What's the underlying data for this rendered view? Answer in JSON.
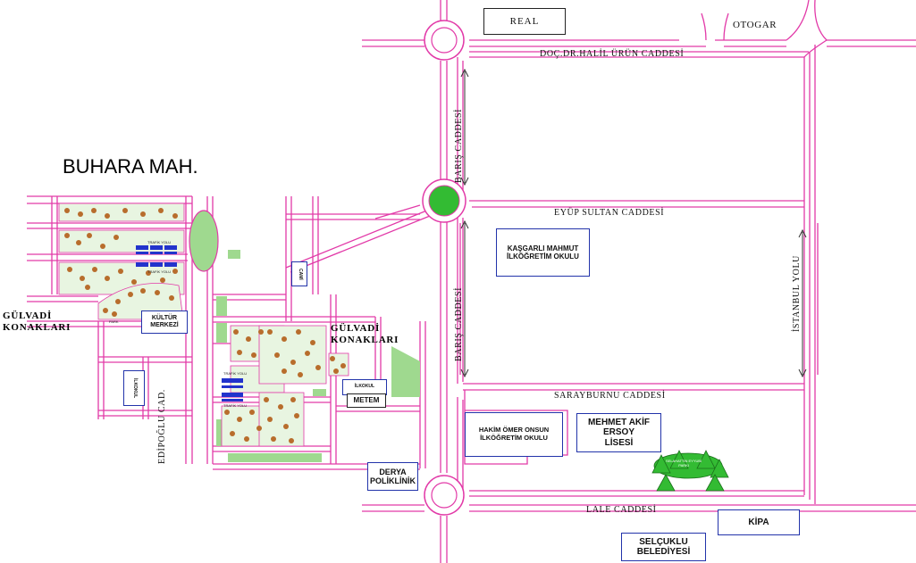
{
  "district": "BUHARA MAH.",
  "streets": {
    "halil_urun": "DOÇ.DR.HALİL ÜRÜN CADDESİ",
    "eyup_sultan": "EYÜP SULTAN CADDESİ",
    "sarayburnu": "SARAYBURNU CADDESİ",
    "lale": "LALE CADDESİ",
    "baris_top": "BARIŞ CADDESİ",
    "baris_bottom": "BARIŞ CADDESİ",
    "istanbul_yolu": "İSTANBUL YOLU",
    "edipoglu": "EDİPOĞLU CAD."
  },
  "areas": {
    "gulvadi_left": [
      "GÜLVADİ",
      "KONAKLARI"
    ],
    "gulvadi_center": [
      "GÜLVADİ",
      "KONAKLARI"
    ]
  },
  "places": {
    "real": "REAL",
    "otogar": "OTOGAR",
    "kasgarli": [
      "KAŞGARLI MAHMUT",
      "İLKÖĞRETİM OKULU"
    ],
    "hakim": [
      "HAKİM ÖMER ONSUN",
      "İLKÖĞRETİM OKULU"
    ],
    "mehmet_akif": [
      "MEHMET AKİF",
      "ERSOY",
      "LİSESİ"
    ],
    "kultur": [
      "KÜLTÜR",
      "MERKEZİ"
    ],
    "derya": [
      "DERYA",
      "POLİKLİNİK"
    ],
    "kipa": "KİPA",
    "selcuklu": [
      "SELÇUKLU",
      "BELEDİYESİ"
    ],
    "cami": "CAMİ",
    "ilkokul_left": "İLKOKUL",
    "ilkokul_center": "İLKOKUL",
    "metem": "METEM",
    "park": [
      "SELAHATTİN EYYUBİ",
      "PARKI"
    ]
  },
  "colors": {
    "road": "#e23aa8",
    "park_green": "#33bb33",
    "plot_green": "#9fd98f",
    "building": "#b86d2c",
    "parking_blue": "#2233cc"
  }
}
